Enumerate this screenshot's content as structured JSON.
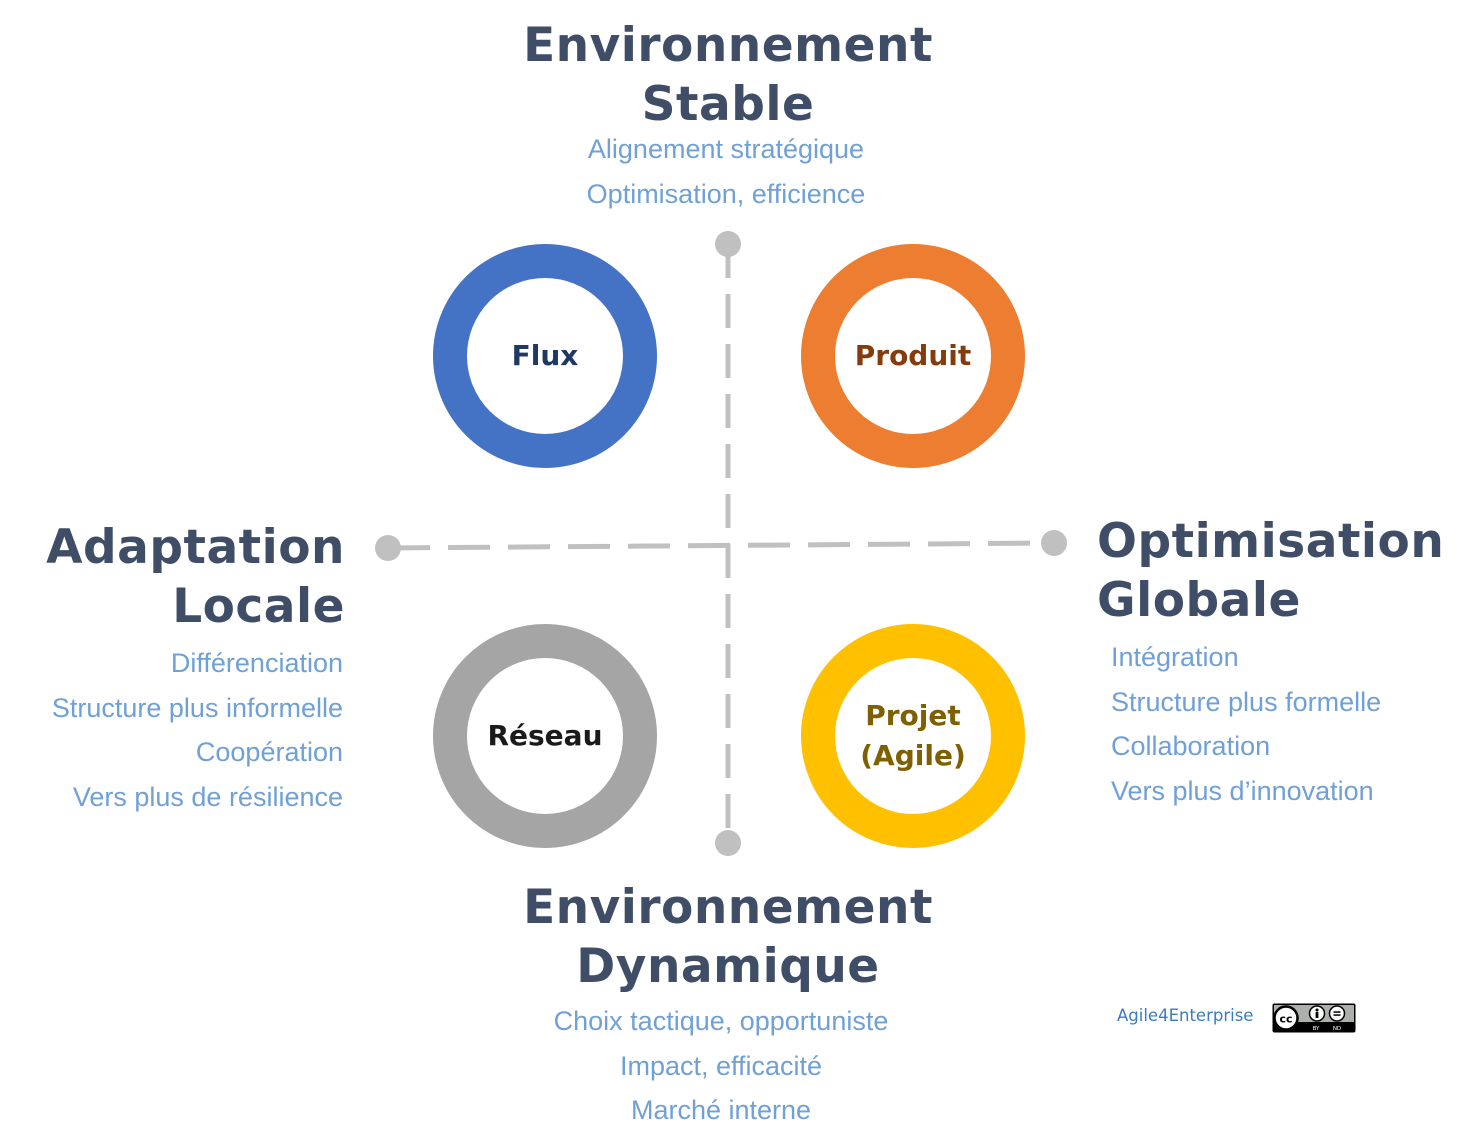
{
  "colors": {
    "heading": "#3f4e66",
    "description": "#6fa0d6",
    "axis": "#c0c0c0",
    "credit": "#3d7bbf"
  },
  "poles": {
    "top": {
      "title_lines": [
        "Environnement",
        "Stable"
      ],
      "items": [
        "Alignement stratégique",
        "Optimisation, efficience"
      ]
    },
    "bottom": {
      "title_lines": [
        "Environnement",
        "Dynamique"
      ],
      "items": [
        "Choix tactique, opportuniste",
        "Impact, efficacité",
        "Marché interne"
      ]
    },
    "left": {
      "title_lines": [
        "Adaptation",
        "Locale"
      ],
      "items": [
        "Différenciation",
        "Structure plus informelle",
        "Coopération",
        "Vers plus de résilience"
      ]
    },
    "right": {
      "title_lines": [
        "Optimisation",
        "Globale"
      ],
      "items": [
        "Intégration",
        "Structure plus formelle",
        "Collaboration",
        "Vers plus d’innovation"
      ]
    }
  },
  "quadrants": {
    "flux": {
      "label": "Flux",
      "ring_color": "#4472c4",
      "text_color": "#1f3864"
    },
    "produit": {
      "label": "Produit",
      "ring_color": "#ed7d31",
      "text_color": "#843c0c"
    },
    "reseau": {
      "label": "Réseau",
      "ring_color": "#a5a5a5",
      "text_color": "#1a1a1a"
    },
    "projet": {
      "label": "Projet\n(Agile)",
      "ring_color": "#ffc000",
      "text_color": "#7f6000"
    }
  },
  "credit": {
    "text": "Agile4Enterprise",
    "license_badge": "cc-by-nd-badge"
  }
}
